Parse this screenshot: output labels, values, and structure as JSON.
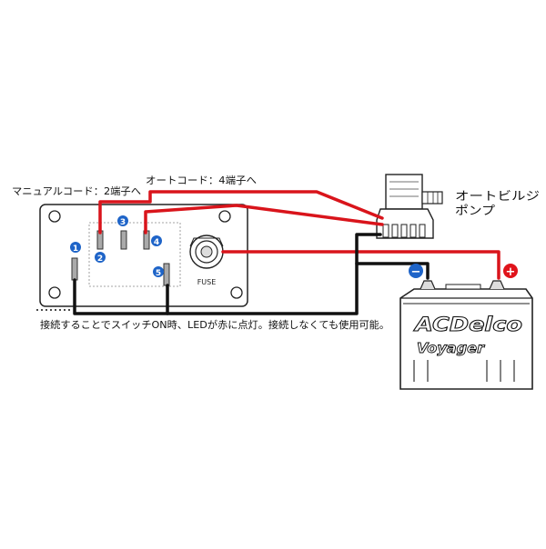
{
  "labels": {
    "manual_cord": "マニュアルコード：2端子へ",
    "auto_cord": "オートコード：4端子へ",
    "pump_line1": "オートビルジ",
    "pump_line2": "ポンプ",
    "led_note": "接続することでスイッチON時、LEDが赤に点灯。接続しなくても使用可能。",
    "fuse": "FUSE",
    "battery_brand": "ACDelco",
    "battery_model": "Voyager",
    "negative_sign": "−",
    "positive_sign": "+"
  },
  "terminals": [
    {
      "number": "1"
    },
    {
      "number": "2"
    },
    {
      "number": "3"
    },
    {
      "number": "4"
    },
    {
      "number": "5"
    }
  ],
  "colors": {
    "red_wire": "#d9141b",
    "black_wire": "#111111",
    "terminal_badge": "#1e64c8",
    "negative_badge": "#1e64c8",
    "positive_badge": "#e0141b"
  }
}
